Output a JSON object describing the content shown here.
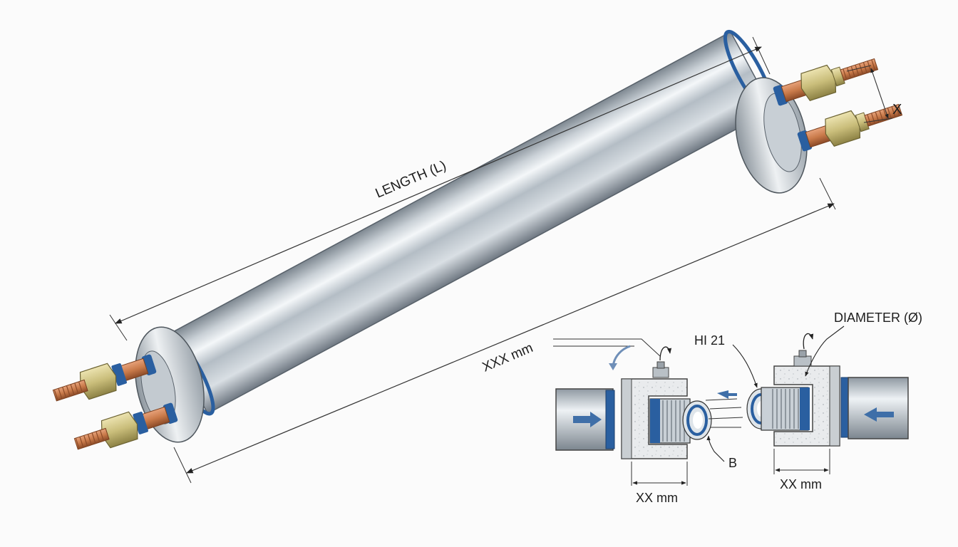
{
  "labels": {
    "length": "LENGTH (L)",
    "overall": "XXX mm",
    "terminal_spacing": "X",
    "diameter": "DIAMETER (Ø)",
    "hi_code": "HI 21",
    "b_callout": "B",
    "left_width": "XX mm",
    "right_width": "XX mm"
  },
  "colors": {
    "tube_steel": "#b9c2ca",
    "seal_blue": "#2a5fa0",
    "copper": "#c97a4a",
    "brass_nut": "#c9bd7a",
    "flow_arrow": "#3f6fa8"
  }
}
